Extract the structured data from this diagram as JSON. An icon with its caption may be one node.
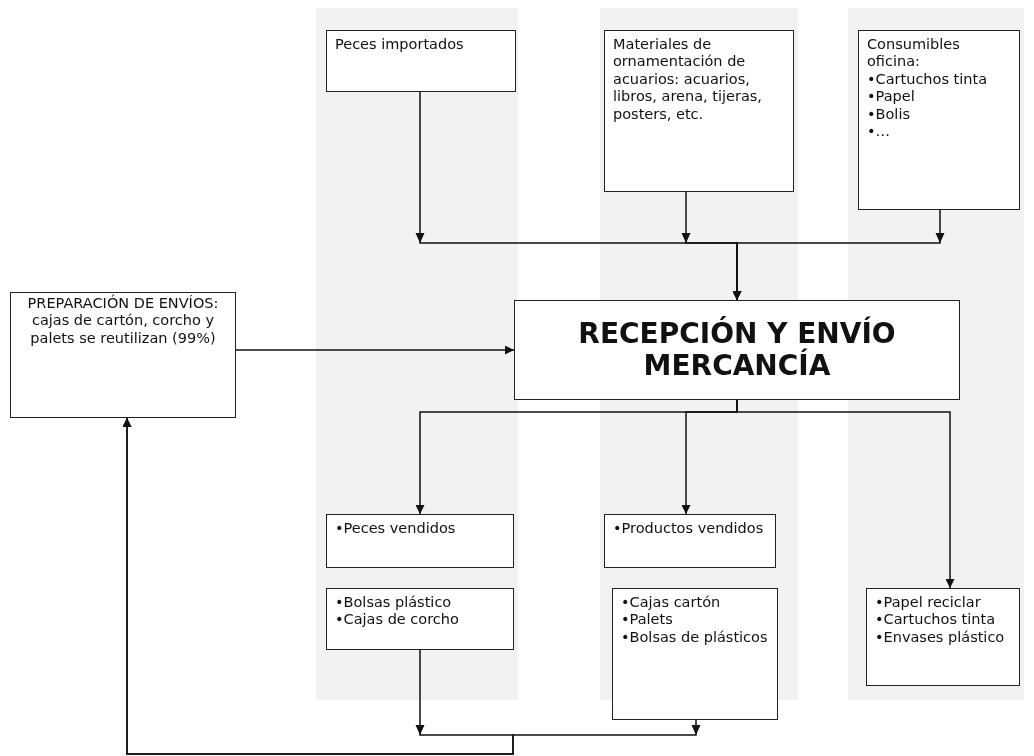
{
  "diagram": {
    "nodes": [
      {
        "text": [
          "Peces importados"
        ]
      },
      {
        "text": [
          "Materiales de ornamentación de acuarios: acuarios, libros, arena, tijeras, posters, etc."
        ]
      },
      {
        "text": [
          "Consumibles oficina:",
          "•Cartuchos tinta",
          "•Papel",
          "•Bolis",
          "•…"
        ]
      },
      {
        "text": [
          "PREPARACIÓN DE ENVÍOS: cajas de cartón, corcho y palets se reutilizan (99%)"
        ]
      },
      {
        "text": [
          "RECEPCIÓN Y ENVÍO MERCANCÍA"
        ]
      },
      {
        "text": [
          "•Peces vendidos"
        ]
      },
      {
        "text": [
          "•Productos vendidos"
        ]
      },
      {
        "text": [
          "•Bolsas plástico",
          "•Cajas de corcho"
        ]
      },
      {
        "text": [
          "•Cajas cartón",
          "•Palets",
          "•Bolsas de plásticos"
        ]
      },
      {
        "text": [
          "•Papel reciclar",
          "•Cartuchos tinta",
          "•Envases plástico"
        ]
      }
    ],
    "edges": [
      {
        "from": 0,
        "to": 4,
        "arrow": "to"
      },
      {
        "from": 1,
        "to": 4,
        "arrow": "to"
      },
      {
        "from": 2,
        "to": 4,
        "arrow": "to"
      },
      {
        "from": 3,
        "to": 4,
        "arrow": "to"
      },
      {
        "from": 4,
        "to": 5,
        "arrow": "to"
      },
      {
        "from": 4,
        "to": 6,
        "arrow": "to"
      },
      {
        "from": 4,
        "to": 9,
        "arrow": "to"
      },
      {
        "from": 7,
        "to": 3,
        "arrow": "to"
      },
      {
        "from": 8,
        "to": 3,
        "arrow": "to"
      }
    ]
  }
}
